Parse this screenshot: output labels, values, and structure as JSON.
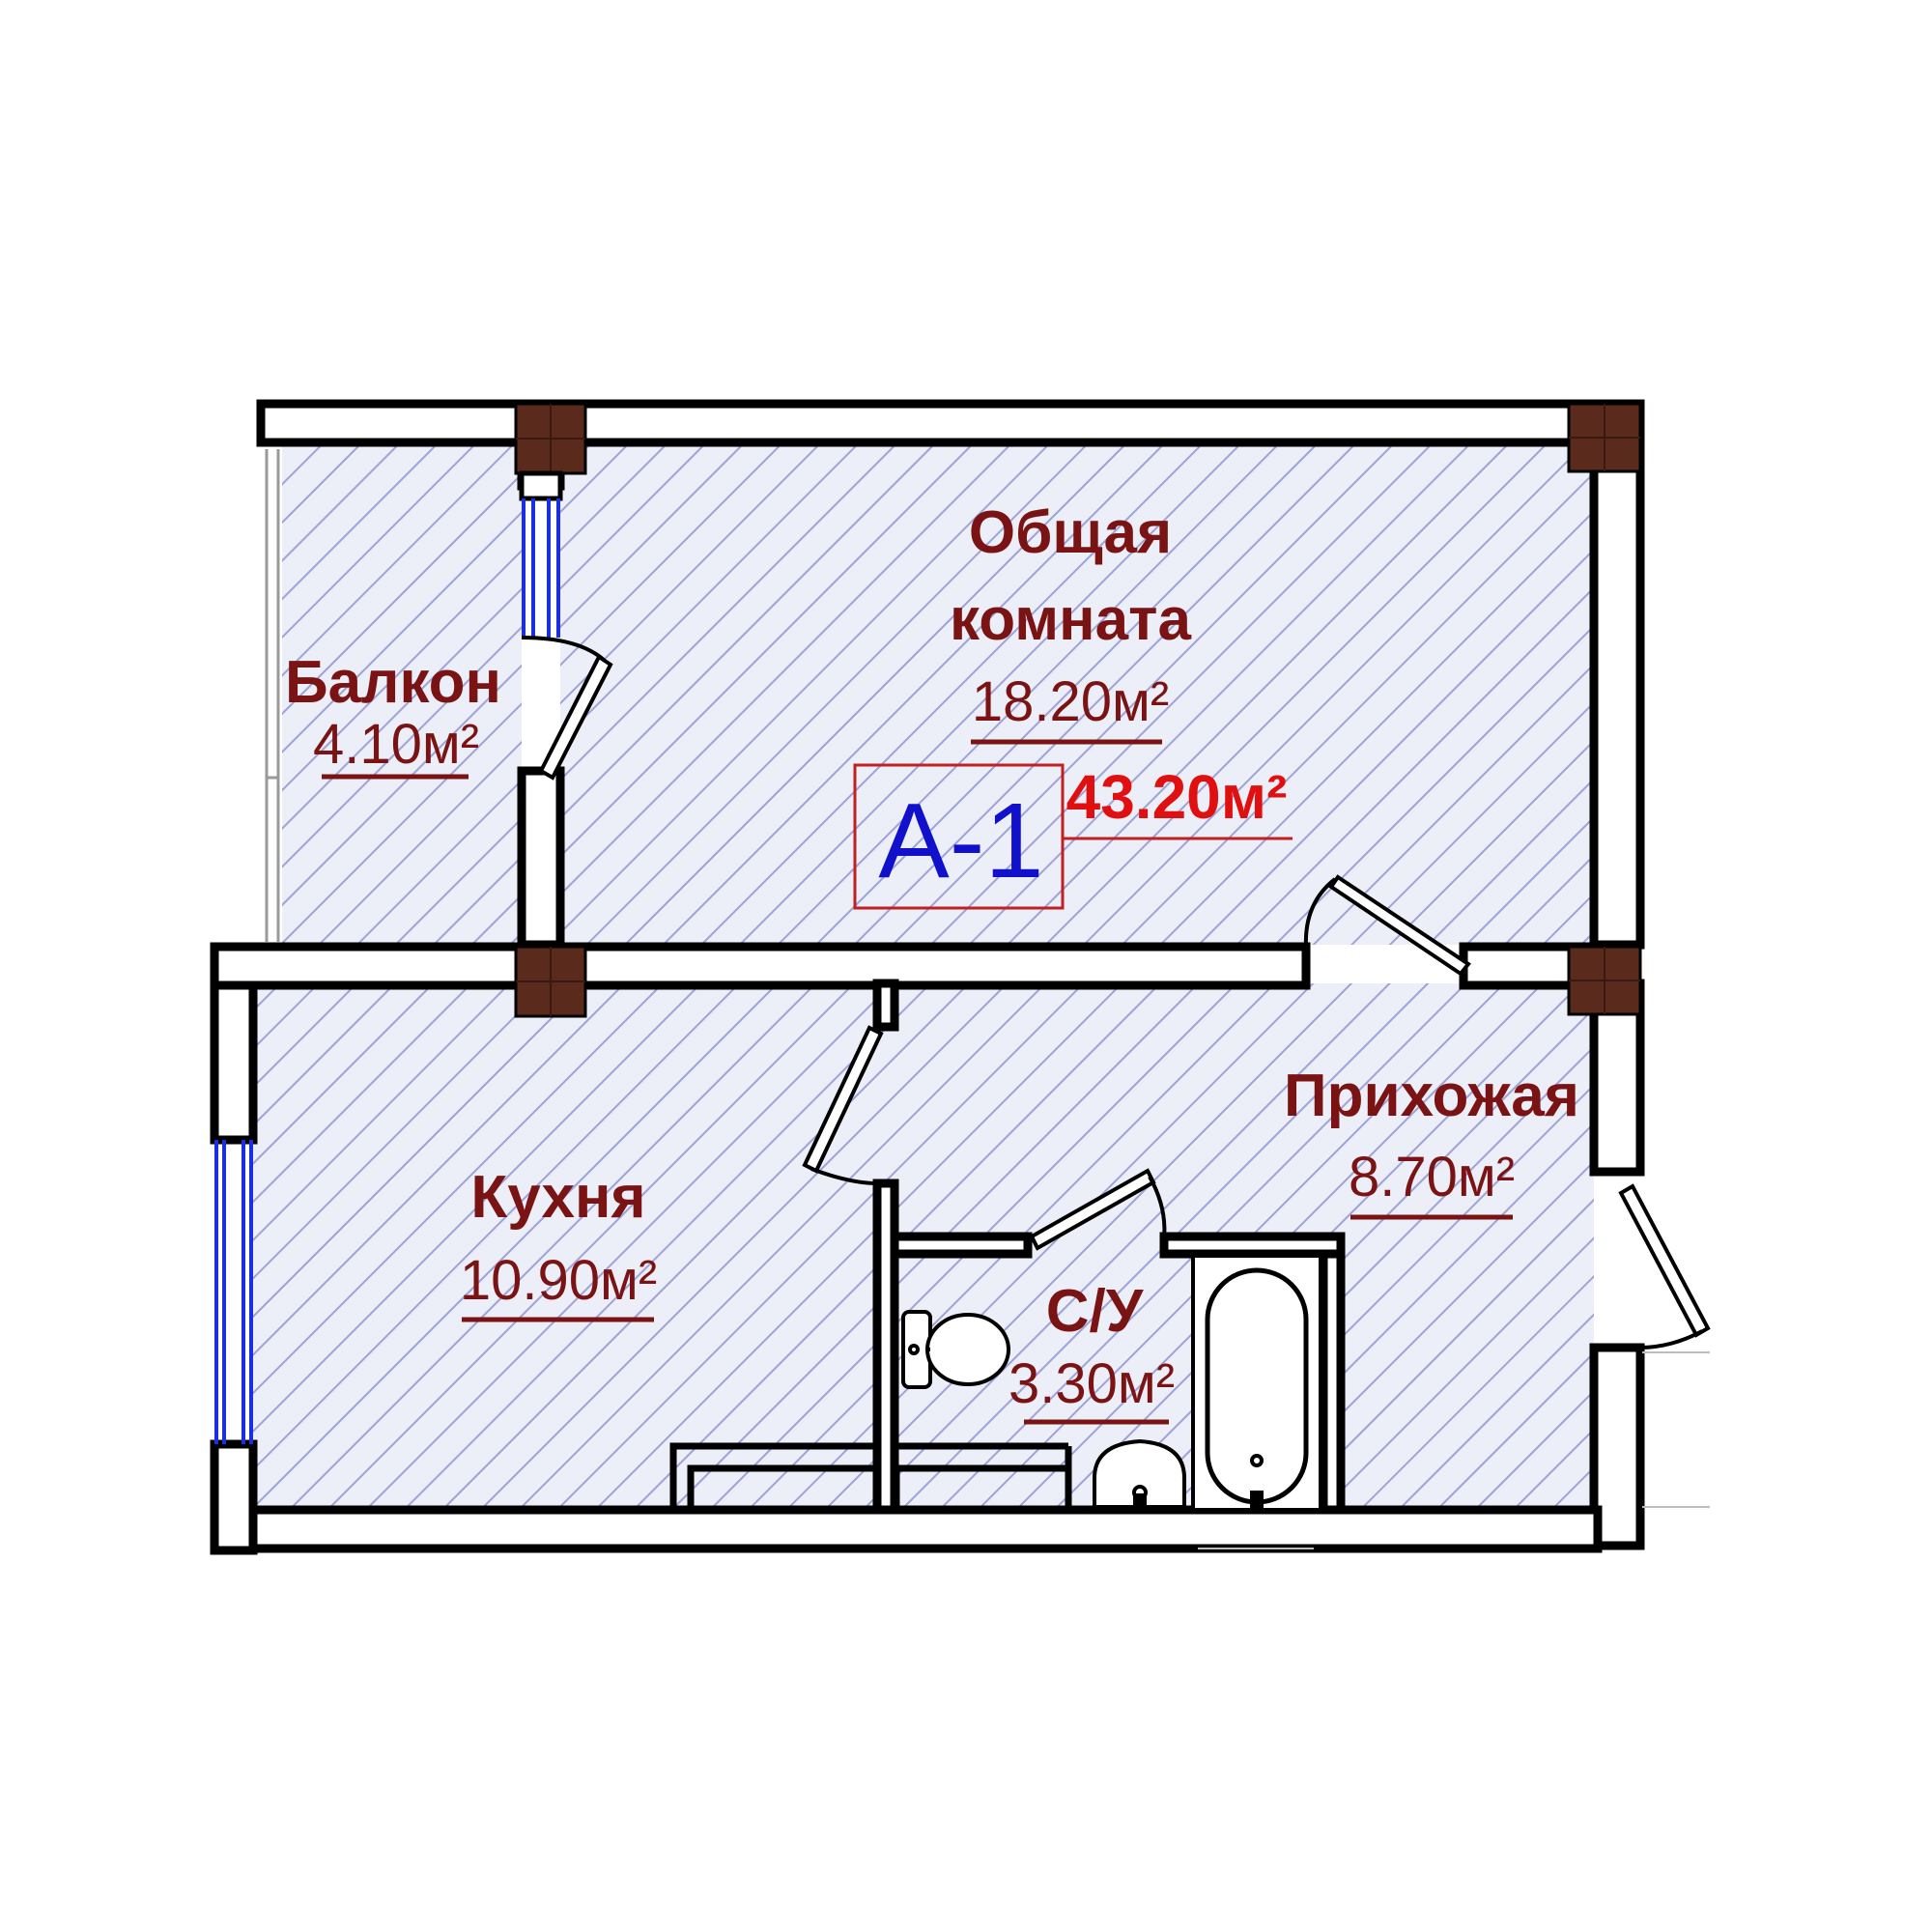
{
  "unit": {
    "id": "А-1",
    "total_area": "43.20м²"
  },
  "rooms": {
    "living": {
      "name_line1": "Общая",
      "name_line2": "комната",
      "area": "18.20м²"
    },
    "balcony": {
      "name": "Балкон",
      "area": "4.10м²"
    },
    "kitchen": {
      "name": "Кухня",
      "area": "10.90м²"
    },
    "hallway": {
      "name": "Прихожая",
      "area": "8.70м²"
    },
    "bathroom": {
      "name": "С/У",
      "area": "3.30м²"
    }
  },
  "colors": {
    "wall": "#000000",
    "hatch": "#9a9fd8",
    "floor": "#e8e9f6",
    "column": "#5a2a1c",
    "window": "#1a2fe0",
    "label": "#7a1414",
    "unit_id": "#1111cc",
    "total": "#e01010"
  }
}
